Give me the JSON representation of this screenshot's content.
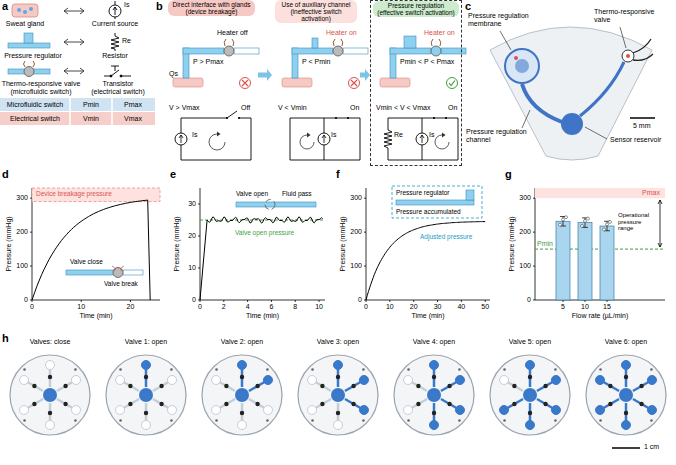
{
  "diagram": {
    "nodes": [
      {
        "text": [
          "Direct interface with glands (device breakage)"
        ]
      },
      {
        "text": [
          "Use of auxiliary channel (ineffective switch activation)"
        ]
      },
      {
        "text": [
          "Pressure regulation (effective switch activation)"
        ]
      }
    ],
    "edges": [
      {
        "from": 0,
        "to": 1,
        "arrow": "to"
      },
      {
        "from": 1,
        "to": 2,
        "arrow": "to"
      }
    ],
    "labels": [
      "a",
      "Sweat gland",
      "Current source",
      "Is",
      "Pressure regulator",
      "Resistor",
      "Re",
      "Thermo-responsive valve",
      "(microfluidic switch)",
      "Transistor",
      "(electrical switch)",
      "Microfluidic switch",
      "Pmin",
      "Pmax",
      "Electrical switch",
      "Vmin",
      "Vmax",
      "b",
      "Heater off",
      "P > Pmax",
      "Qs",
      "V > Vmax",
      "Off",
      "Is",
      "Heater on",
      "P < Pmin",
      "V < Vmin",
      "On",
      "Is",
      "Heater on",
      "Pmin < P < Pmax",
      "Vmin < V < Vmax",
      "On",
      "Re",
      "Is",
      "c",
      "Pressure regulation membrane",
      "Thermo-responsive valve",
      "Pressure regulation channel",
      "Sensor reservoir",
      "5 mm",
      "d",
      "Pressure (mmHg)",
      "0",
      "100",
      "200",
      "300",
      "0",
      "10",
      "20",
      "Time (min)",
      "Device breakage pressure",
      "Valve close",
      "Valve break",
      "e",
      "Pressure (mmHg)",
      "0",
      "10",
      "20",
      "30",
      "0",
      "2",
      "4",
      "6",
      "8",
      "10",
      "Time (min)",
      "Valve open",
      "Fluid pass",
      "Valve open pressure",
      "f",
      "Pressure (mmHg)",
      "0",
      "100",
      "200",
      "300",
      "0",
      "10",
      "20",
      "30",
      "40",
      "50",
      "Time (min)",
      "Pressure regulator",
      "Pressure accumulated",
      "Adjusted pressure",
      "g",
      "Pressure (mmHg)",
      "0",
      "100",
      "200",
      "300",
      "5",
      "10",
      "15",
      "Flow rate (µL/min)",
      "Pmax",
      "Pmin",
      "Operational pressure range",
      "h",
      "Valves: close",
      "Valve 1: open",
      "Valve 2: open",
      "Valve 3: open",
      "Valve 4: open",
      "Valve 5: open",
      "Valve 6: open",
      "1 cm"
    ]
  }
}
